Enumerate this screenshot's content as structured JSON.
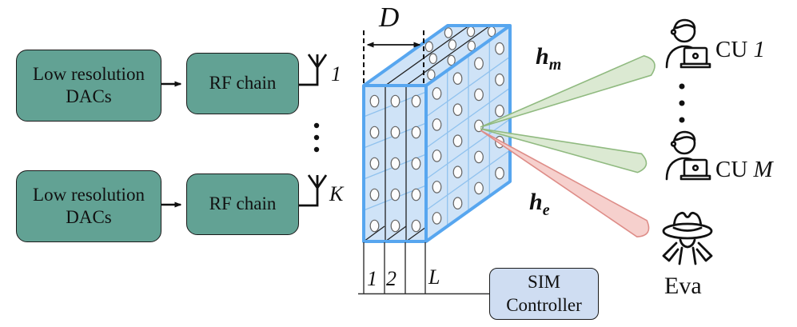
{
  "tx_chains": [
    {
      "dac_line1": "Low resolution",
      "dac_line2": "DACs",
      "rf_label": "RF chain",
      "antenna_label": "1"
    },
    {
      "dac_line1": "Low resolution",
      "dac_line2": "DACs",
      "rf_label": "RF chain",
      "antenna_label": "K"
    }
  ],
  "metasurface": {
    "dimension_label": "D",
    "layer_label_1": "1",
    "layer_label_2": "2",
    "layer_label_L": "L"
  },
  "sim_controller": {
    "line1": "SIM",
    "line2": "Controller"
  },
  "channels": {
    "legitimate": {
      "symbol": "h",
      "subscript": "m"
    },
    "eavesdrop": {
      "symbol": "h",
      "subscript": "e"
    }
  },
  "users": {
    "cu_first": {
      "prefix": "CU ",
      "index": "1"
    },
    "cu_last": {
      "prefix": "CU ",
      "index": "M"
    },
    "eavesdropper": "Eva"
  },
  "colors": {
    "box_teal": "#62a294",
    "sim_box_blue": "#cfddf2",
    "surface_fill": "#cfe3f7",
    "surface_border": "#57a6ef",
    "beam_green": "#d9e8d0",
    "beam_green_edge": "#90ba80",
    "beam_red": "#f5cdca",
    "beam_red_edge": "#de8d88"
  }
}
